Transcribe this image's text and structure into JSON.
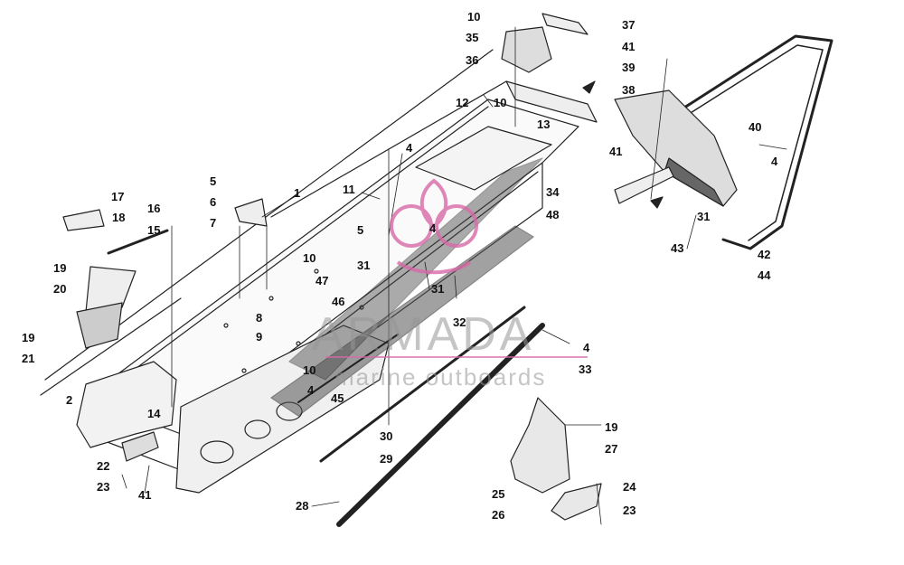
{
  "watermark": {
    "title": "ARMADA",
    "subtitle": "marine outboards",
    "color": "#d86aa8"
  },
  "callouts": [
    "1",
    "2",
    "4",
    "4",
    "4",
    "4",
    "4",
    "5",
    "5",
    "6",
    "7",
    "8",
    "9",
    "10",
    "10",
    "10",
    "10",
    "11",
    "12",
    "13",
    "14",
    "15",
    "16",
    "17",
    "18",
    "19",
    "19",
    "19",
    "20",
    "21",
    "22",
    "23",
    "23",
    "24",
    "25",
    "26",
    "27",
    "28",
    "29",
    "30",
    "31",
    "31",
    "31",
    "32",
    "33",
    "34",
    "35",
    "36",
    "37",
    "38",
    "39",
    "40",
    "41",
    "41",
    "41",
    "42",
    "43",
    "44",
    "45",
    "46",
    "47",
    "48"
  ]
}
